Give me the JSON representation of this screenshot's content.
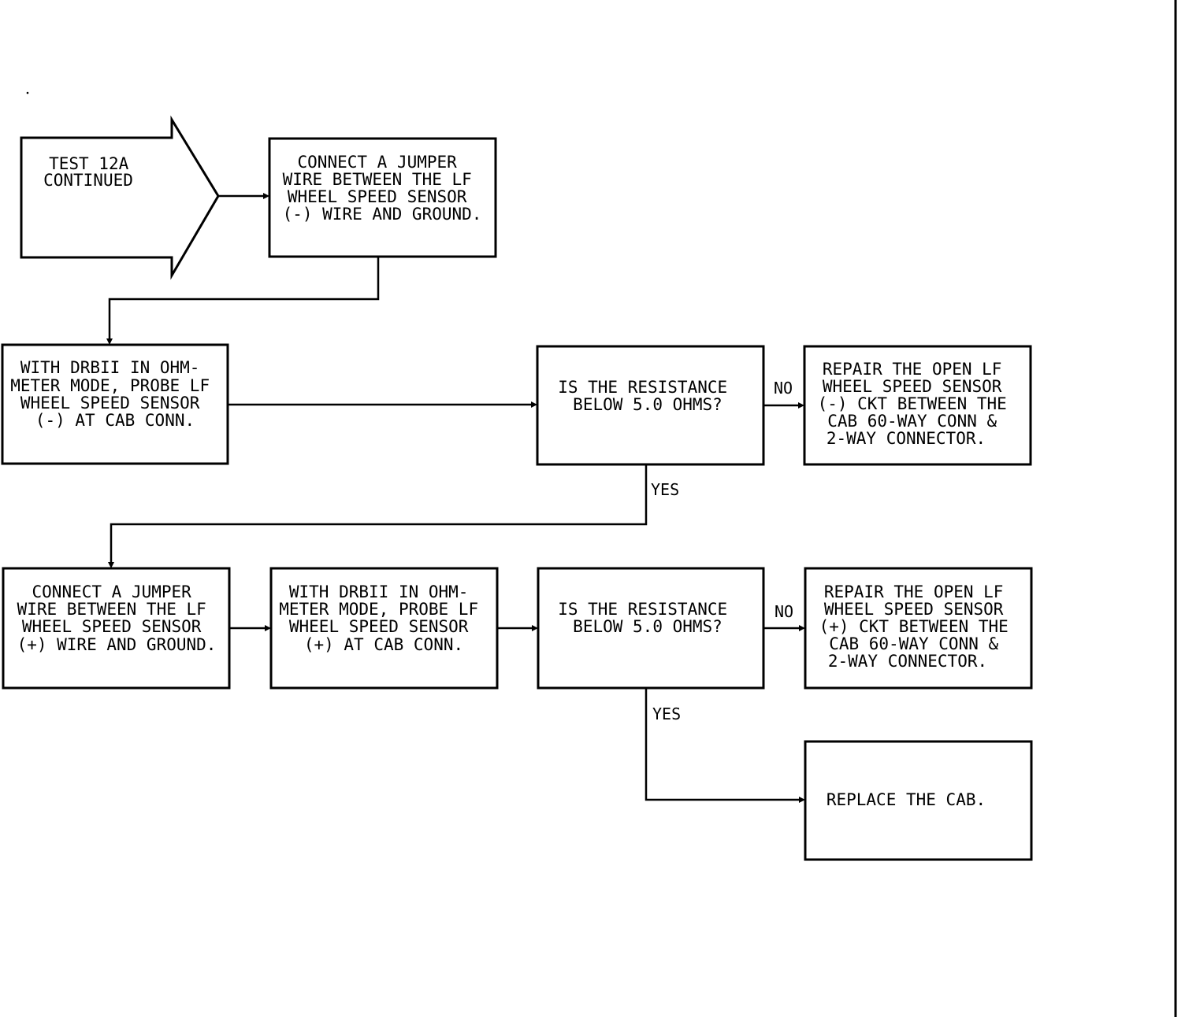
{
  "diagram": {
    "start": {
      "lines": [
        "TEST 12A",
        "CONTINUED"
      ]
    },
    "connect_minus": {
      "lines": [
        "CONNECT A JUMPER",
        "WIRE BETWEEN THE LF",
        "WHEEL SPEED SENSOR",
        "(-) WIRE AND GROUND."
      ]
    },
    "probe_minus": {
      "lines": [
        "WITH DRBII IN OHM-",
        "METER MODE, PROBE LF",
        "WHEEL SPEED SENSOR",
        "(-) AT CAB CONN."
      ]
    },
    "decision_1": {
      "lines": [
        "IS THE RESISTANCE",
        "BELOW 5.0 OHMS?"
      ]
    },
    "repair_minus": {
      "lines": [
        "REPAIR THE OPEN LF",
        "WHEEL SPEED SENSOR",
        "(-) CKT BETWEEN THE",
        "CAB 60-WAY CONN &",
        "2-WAY CONNECTOR."
      ]
    },
    "connect_plus": {
      "lines": [
        "CONNECT A JUMPER",
        "WIRE BETWEEN THE LF",
        "WHEEL SPEED SENSOR",
        "(+) WIRE AND GROUND."
      ]
    },
    "probe_plus": {
      "lines": [
        "WITH DRBII IN OHM-",
        "METER MODE, PROBE LF",
        "WHEEL SPEED SENSOR",
        "(+) AT CAB CONN."
      ]
    },
    "decision_2": {
      "lines": [
        "IS THE RESISTANCE",
        "BELOW 5.0 OHMS?"
      ]
    },
    "repair_plus": {
      "lines": [
        "REPAIR THE OPEN LF",
        "WHEEL SPEED SENSOR",
        "(+) CKT BETWEEN THE",
        "CAB 60-WAY CONN &",
        "2-WAY CONNECTOR."
      ]
    },
    "replace_cab": {
      "lines": [
        "REPLACE THE CAB."
      ]
    },
    "edge_labels": {
      "no_1": "NO",
      "yes_1": "YES",
      "no_2": "NO",
      "yes_2": "YES"
    }
  }
}
